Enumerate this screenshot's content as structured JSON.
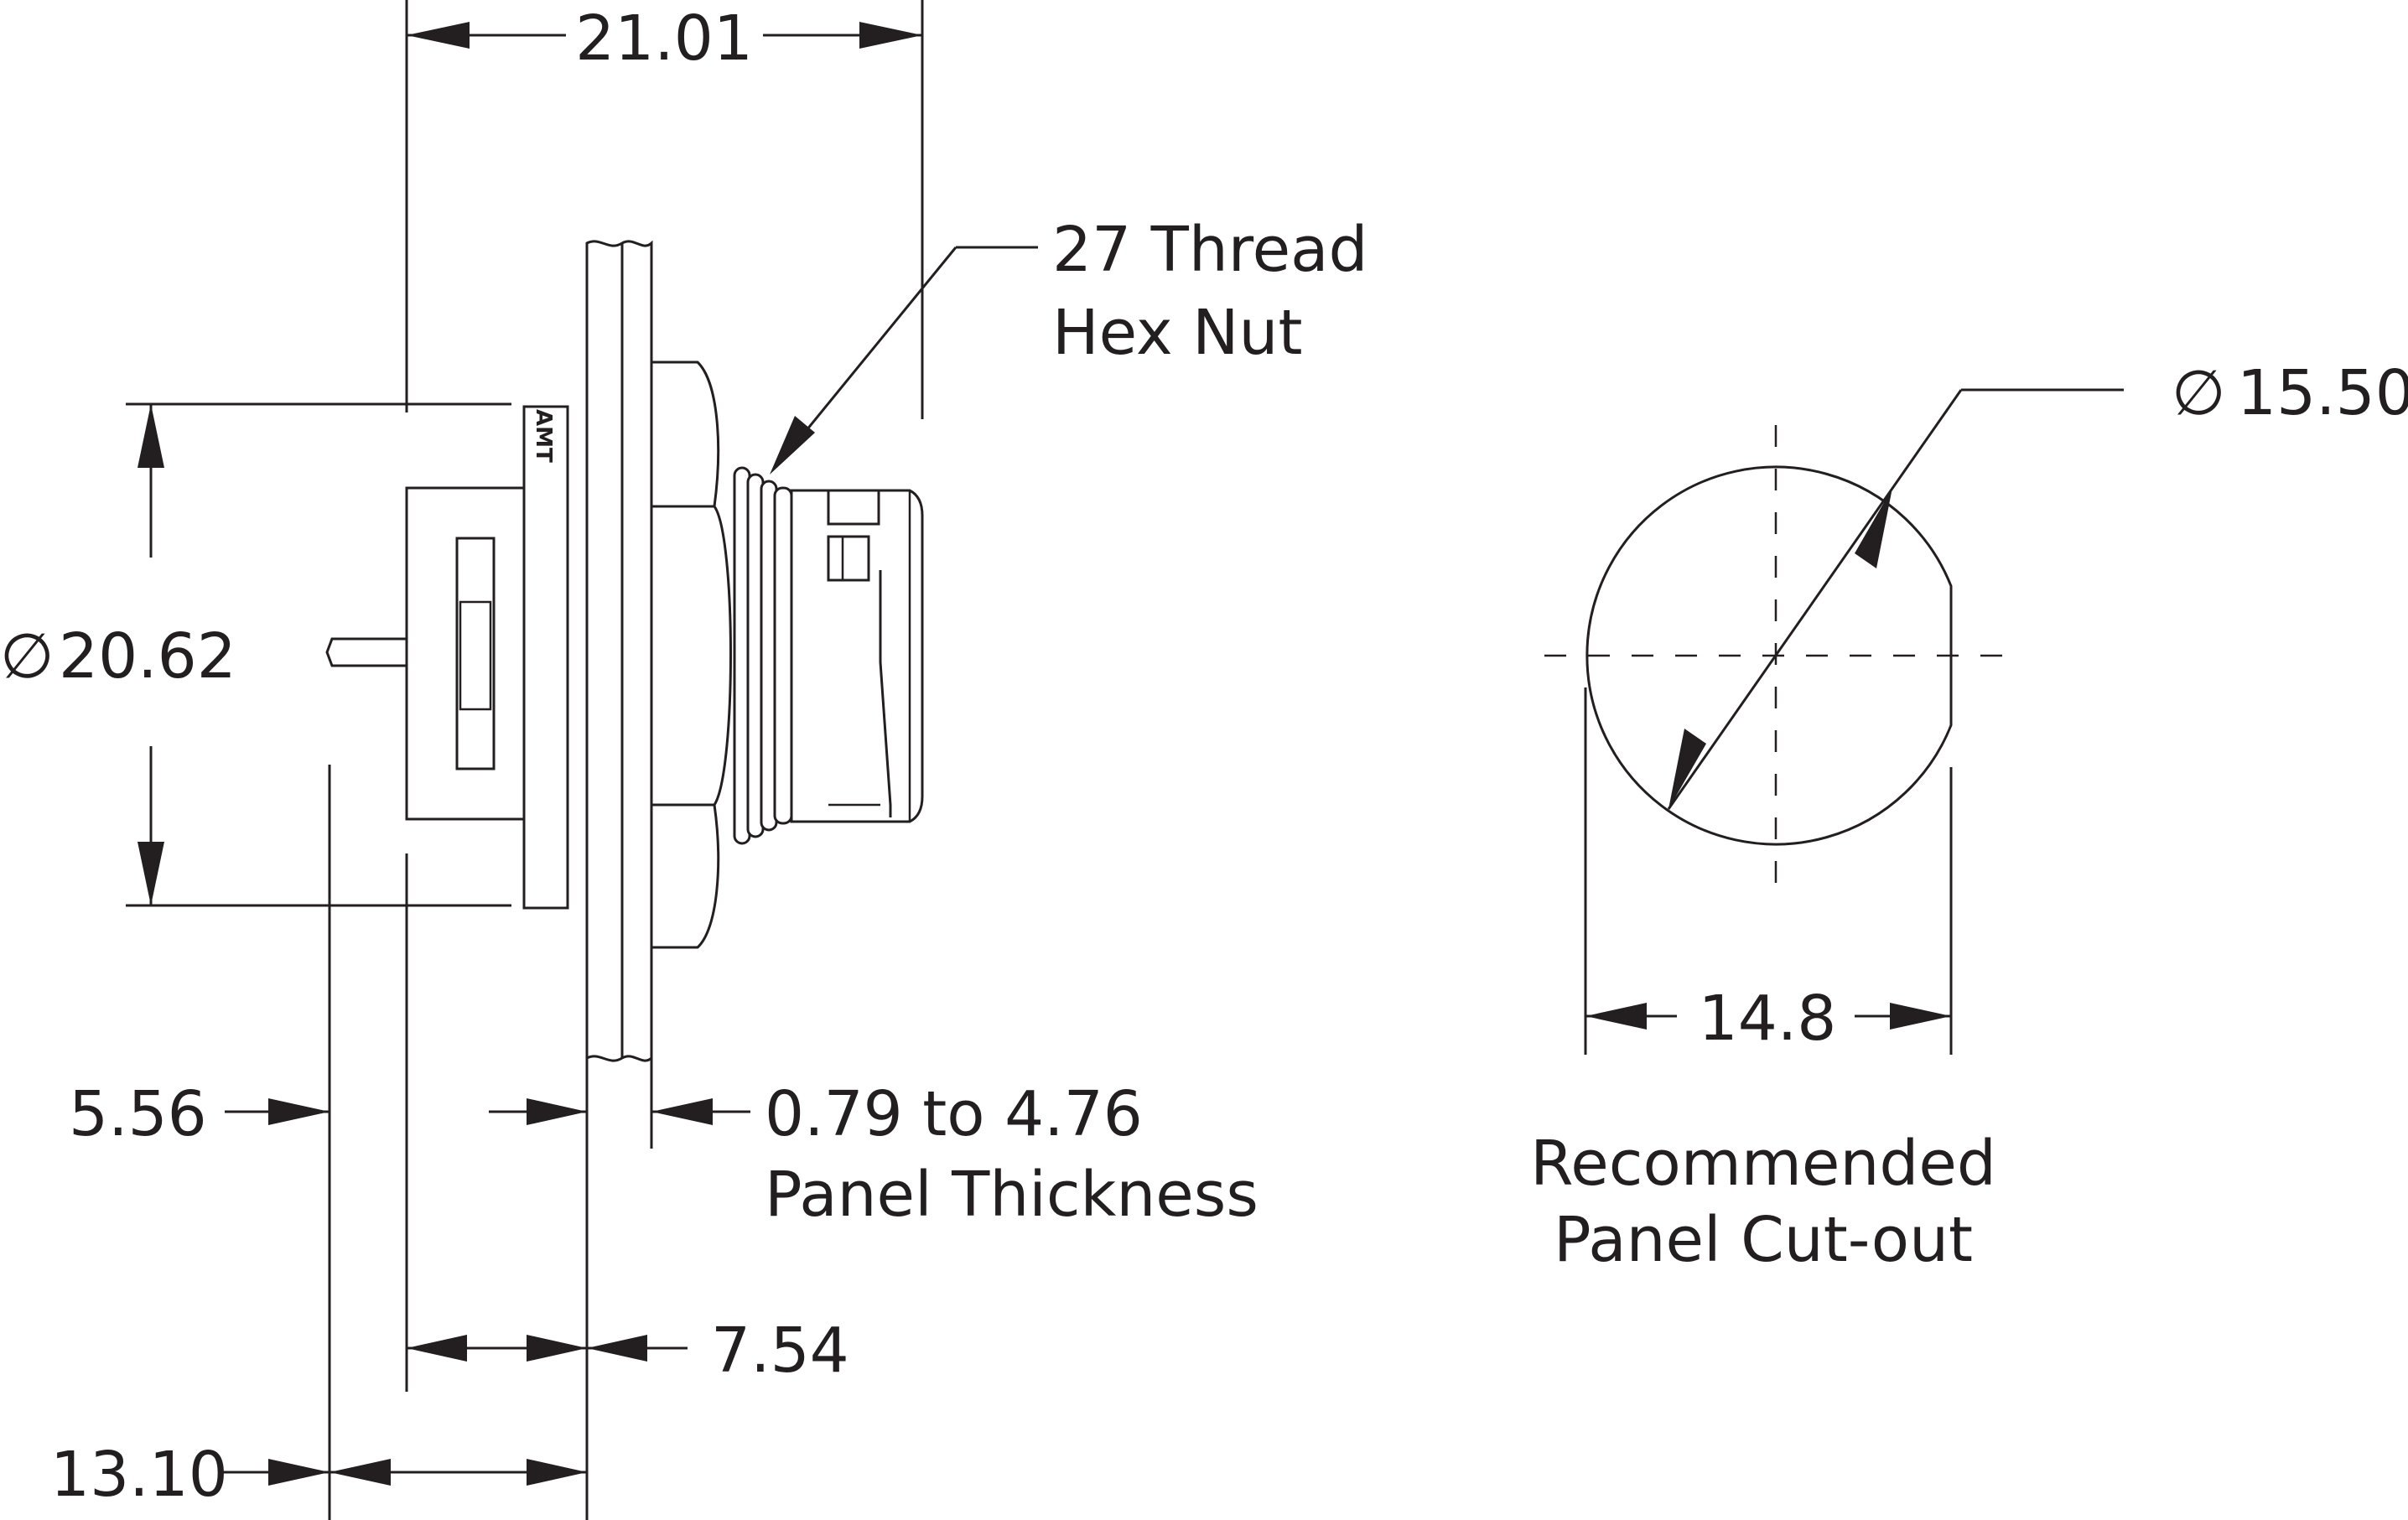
{
  "dimensions": {
    "overall_length": "21.01",
    "body_diameter": "20.62",
    "panel_thickness_range": "0.79 to 4.76",
    "panel_thickness_label": "Panel Thickness",
    "rear_offset": "5.56",
    "body_length": "7.54",
    "total_rear_length": "13.10",
    "cutout_diameter": "15.50",
    "cutout_flat_width": "14.8"
  },
  "symbols": {
    "diameter": "∅"
  },
  "callouts": {
    "thread_line1": "27 Thread",
    "thread_line2": "Hex Nut",
    "cutout_line1": "Recommended",
    "cutout_line2": "Panel Cut-out"
  },
  "part_marking": "AMT"
}
